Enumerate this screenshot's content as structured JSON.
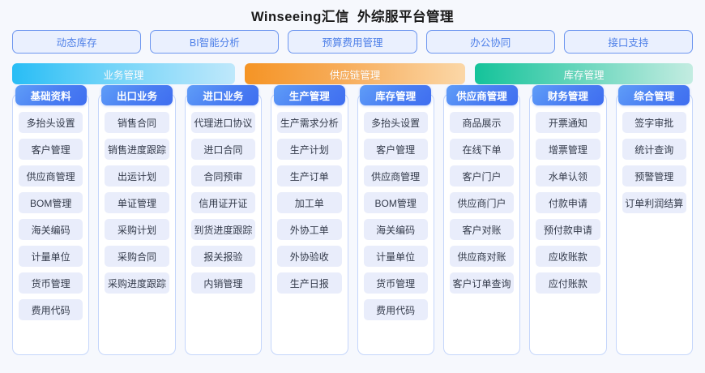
{
  "header": {
    "title": "Winseeing汇信  外综服平台管理"
  },
  "top_nav": {
    "items": [
      {
        "label": "动态库存"
      },
      {
        "label": "BI智能分析"
      },
      {
        "label": "预算费用管理"
      },
      {
        "label": "办公协同"
      },
      {
        "label": "接口支持"
      }
    ]
  },
  "category_bars": [
    {
      "label": "业务管理",
      "color": "#28bdf5"
    },
    {
      "label": "供应链管理",
      "color": "#f59425"
    },
    {
      "label": "库存管理",
      "color": "#14c39a"
    }
  ],
  "columns": [
    {
      "title": "基础资料",
      "items": [
        "多抬头设置",
        "客户管理",
        "供应商管理",
        "BOM管理",
        "海关编码",
        "计量单位",
        "货币管理",
        "费用代码"
      ]
    },
    {
      "title": "出口业务",
      "items": [
        "销售合同",
        "销售进度跟踪",
        "出运计划",
        "单证管理",
        "采购计划",
        "采购合同",
        "采购进度跟踪"
      ]
    },
    {
      "title": "进口业务",
      "items": [
        "代理进口协议",
        "进口合同",
        "合同预审",
        "信用证开证",
        "到货进度跟踪",
        "报关报验",
        "内销管理"
      ]
    },
    {
      "title": "生产管理",
      "items": [
        "生产需求分析",
        "生产计划",
        "生产订单",
        "加工单",
        "外协工单",
        "外协验收",
        "生产日报"
      ]
    },
    {
      "title": "库存管理",
      "items": [
        "多抬头设置",
        "客户管理",
        "供应商管理",
        "BOM管理",
        "海关编码",
        "计量单位",
        "货币管理",
        "费用代码"
      ]
    },
    {
      "title": "供应商管理",
      "items": [
        "商品展示",
        "在线下单",
        "客户门户",
        "供应商门户",
        "客户对账",
        "供应商对账",
        "客户订单查询"
      ]
    },
    {
      "title": "财务管理",
      "items": [
        "开票通知",
        "增票管理",
        "水单认领",
        "付款申请",
        "预付款申请",
        "应收账款",
        "应付账款"
      ]
    },
    {
      "title": "综合管理",
      "items": [
        "签字审批",
        "统计查询",
        "预警管理",
        "订单利润结算"
      ]
    }
  ],
  "theme": {
    "background": "#f6f8fd",
    "accent": "#4a7ef2",
    "card_border": "#c5d6fb",
    "item_background": "#e9edfb"
  }
}
